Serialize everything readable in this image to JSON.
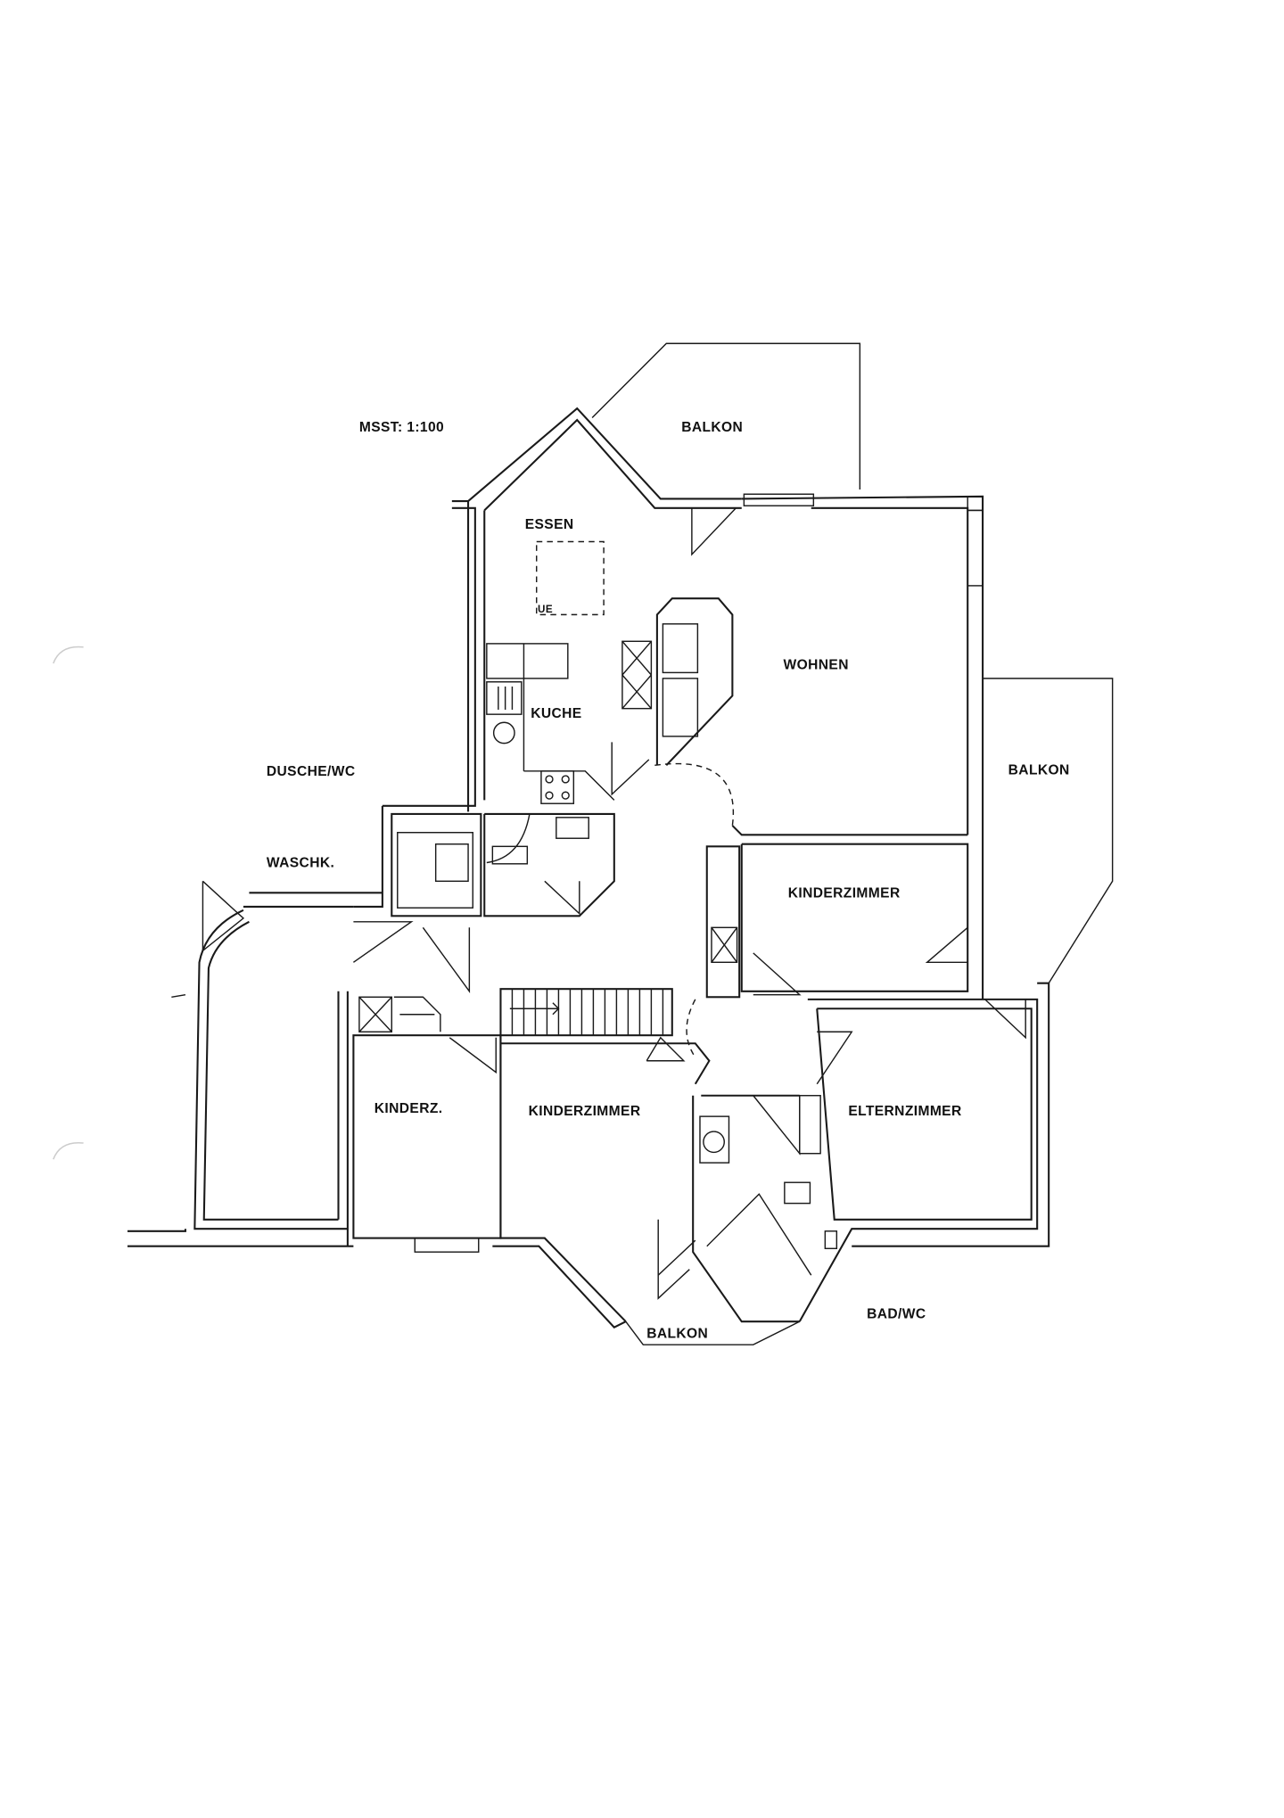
{
  "plan": {
    "scale": "MSST: 1:100",
    "rooms": {
      "balkon_top": "BALKON",
      "essen": "ESSEN",
      "table_mark": "UE",
      "kueche": "KUCHE",
      "wohnen": "WOHNEN",
      "dusche_wc": "DUSCHE/WC",
      "waschk": "WASCHK.",
      "balkon_right": "BALKON",
      "kinderzimmer_upper": "KINDERZIMMER",
      "kinderz": "KINDERZ.",
      "kinderzimmer_lower": "KINDERZIMMER",
      "elternzimmer": "ELTERNZIMMER",
      "bad_wc": "BAD/WC",
      "balkon_bottom": "BALKON"
    }
  }
}
